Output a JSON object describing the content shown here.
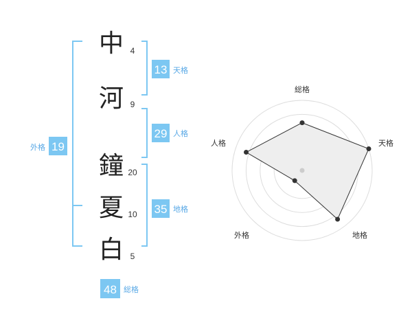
{
  "name": {
    "characters": [
      {
        "char": "中",
        "strokes": "4"
      },
      {
        "char": "河",
        "strokes": "9"
      },
      {
        "char": "鐘",
        "strokes": "20"
      },
      {
        "char": "夏",
        "strokes": "10"
      },
      {
        "char": "白",
        "strokes": "5"
      }
    ]
  },
  "fortunes": {
    "tenkaku": {
      "value": "13",
      "label": "天格"
    },
    "jinkaku": {
      "value": "29",
      "label": "人格"
    },
    "chikaku": {
      "value": "35",
      "label": "地格"
    },
    "gaikaku": {
      "value": "19",
      "label": "外格"
    },
    "soukaku": {
      "value": "48",
      "label": "総格"
    }
  },
  "colors": {
    "accent": "#7cc7f2",
    "accent_text": "#5aa9e6",
    "text": "#222222",
    "ring": "#dddddd",
    "fill": "#eeeeee",
    "polygon": "#333333"
  },
  "chart_data": {
    "type": "radar",
    "axes": [
      "総格",
      "天格",
      "地格",
      "外格",
      "人格"
    ],
    "values": [
      3.4,
      5,
      4.3,
      0.9,
      4.2
    ],
    "max": 5,
    "rings": 5
  }
}
